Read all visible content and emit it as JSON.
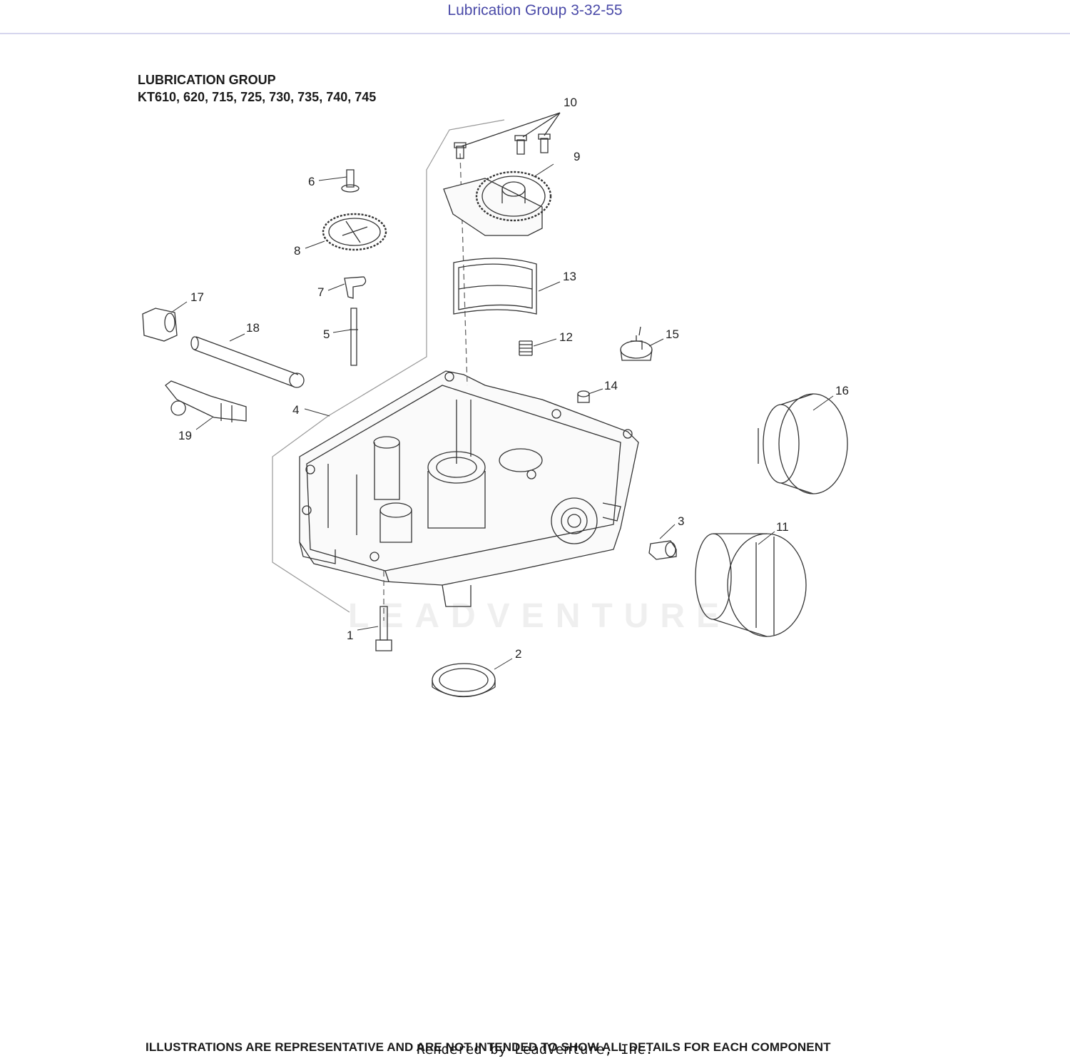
{
  "header": {
    "title": "Lubrication Group 3-32-55"
  },
  "diagram": {
    "heading_line1": "LUBRICATION GROUP",
    "heading_line2": "KT610, 620, 715, 725, 730, 735, 740, 745",
    "callouts": [
      "1",
      "2",
      "3",
      "4",
      "5",
      "6",
      "7",
      "8",
      "9",
      "10",
      "11",
      "12",
      "13",
      "14",
      "15",
      "16",
      "17",
      "18",
      "19"
    ],
    "watermark": "LEADVENTURE"
  },
  "footer": {
    "note": "ILLUSTRATIONS ARE REPRESENTATIVE AND ARE NOT INTENDED TO SHOW ALL DETAILS FOR EACH COMPONENT",
    "rendered_by": "Rendered by LeadVenture, Inc."
  }
}
